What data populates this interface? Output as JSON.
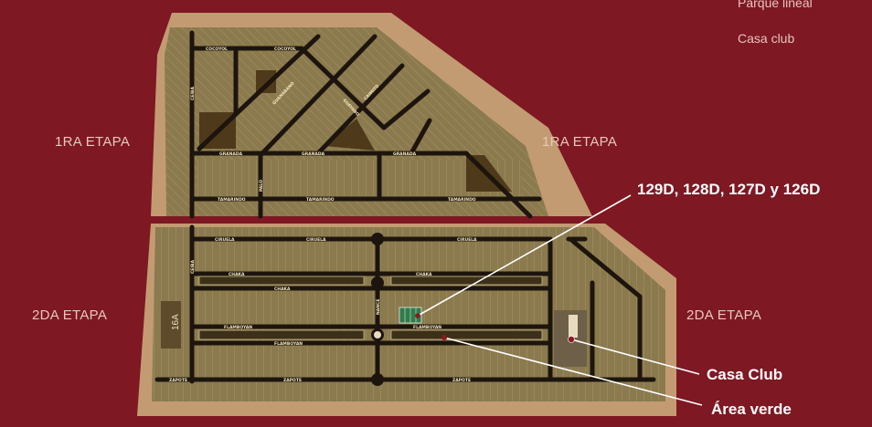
{
  "legend": {
    "items": [
      "Parque lineal",
      "Casa club"
    ]
  },
  "stages": {
    "first_left": "1RA ETAPA",
    "first_right": "1RA ETAPA",
    "second_left": "2DA ETAPA",
    "second_right": "2DA ETAPA"
  },
  "callouts": {
    "lots": "129D, 128D, 127D y 126D",
    "clubhouse": "Casa Club",
    "green_area": "Área verde"
  },
  "lot_label": "16A",
  "streets": {
    "cocoyol": "COCOYOL",
    "ceiba": "CEIBA",
    "granada": "GRANADA",
    "tamarindo": "TAMARINDO",
    "ciruela": "CIRUELA",
    "chaka": "CHAKA",
    "flamboyan": "FLAMBOYAN",
    "zapote": "ZAPOTE",
    "palo": "PALO",
    "nance": "NANCE",
    "guanabano": "GUANABANO",
    "guayabo": "GUAYABO",
    "caimito": "CAIMITO"
  },
  "colors": {
    "background": "#7e1823",
    "border": "#c39b72",
    "lots": "#8b7a4e",
    "roads": "#1d150d",
    "selected_lots": "#2f7d4a",
    "marker": "#8a1a22"
  }
}
